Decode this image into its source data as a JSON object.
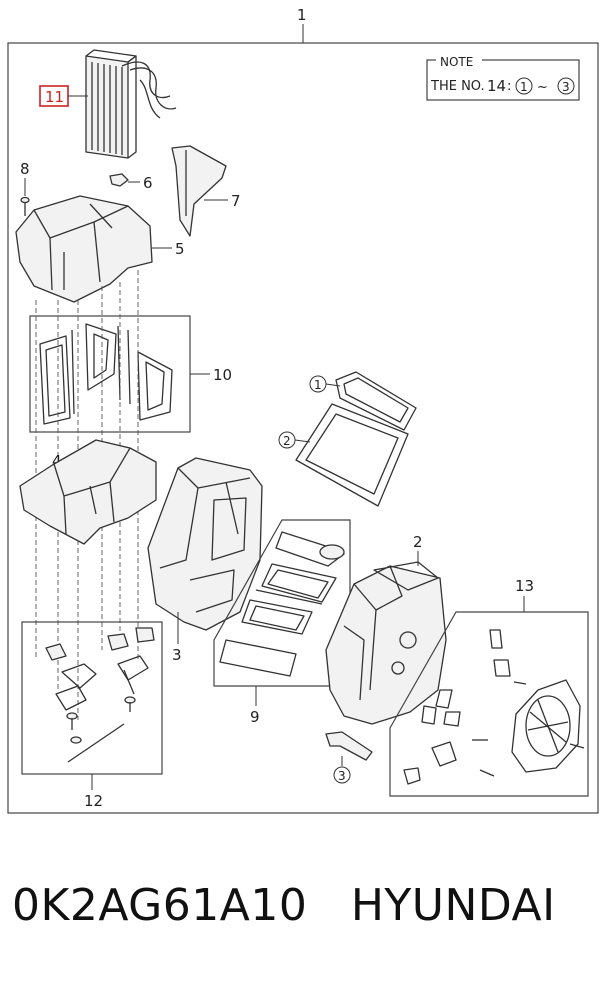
{
  "diagram": {
    "assembly_number": "1",
    "note": {
      "title": "NOTE",
      "line_prefix": "THE NO.",
      "note_ref": "14",
      "separator": ":",
      "range_start": "1",
      "range_tilde": "~",
      "range_end": "3"
    },
    "callouts": {
      "c11": "11",
      "c8": "8",
      "c6": "6",
      "c7": "7",
      "c5": "5",
      "c10": "10",
      "c4": "4",
      "c3": "3",
      "c9": "9",
      "c2": "2",
      "c13": "13",
      "c12": "12",
      "circ1": "1",
      "circ2": "2",
      "circ3": "3"
    }
  },
  "caption": {
    "part_number": "0K2AG61A10",
    "brand": "HYUNDAI"
  },
  "colors": {
    "highlight": "#cc2222",
    "line": "#333333",
    "background": "#ffffff"
  }
}
